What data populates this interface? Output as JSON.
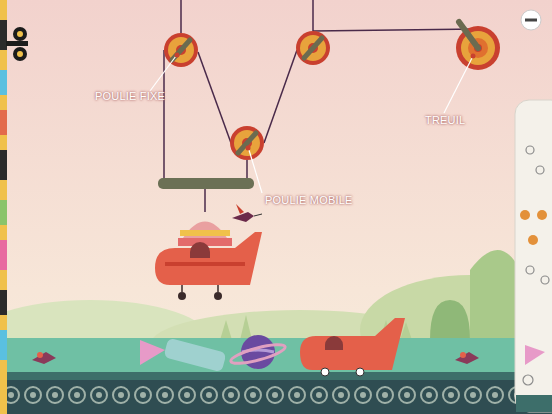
{
  "diagram": {
    "labels": [
      "POULIE FIXE",
      "POULIE MOBILE",
      "TREUIL"
    ]
  }
}
